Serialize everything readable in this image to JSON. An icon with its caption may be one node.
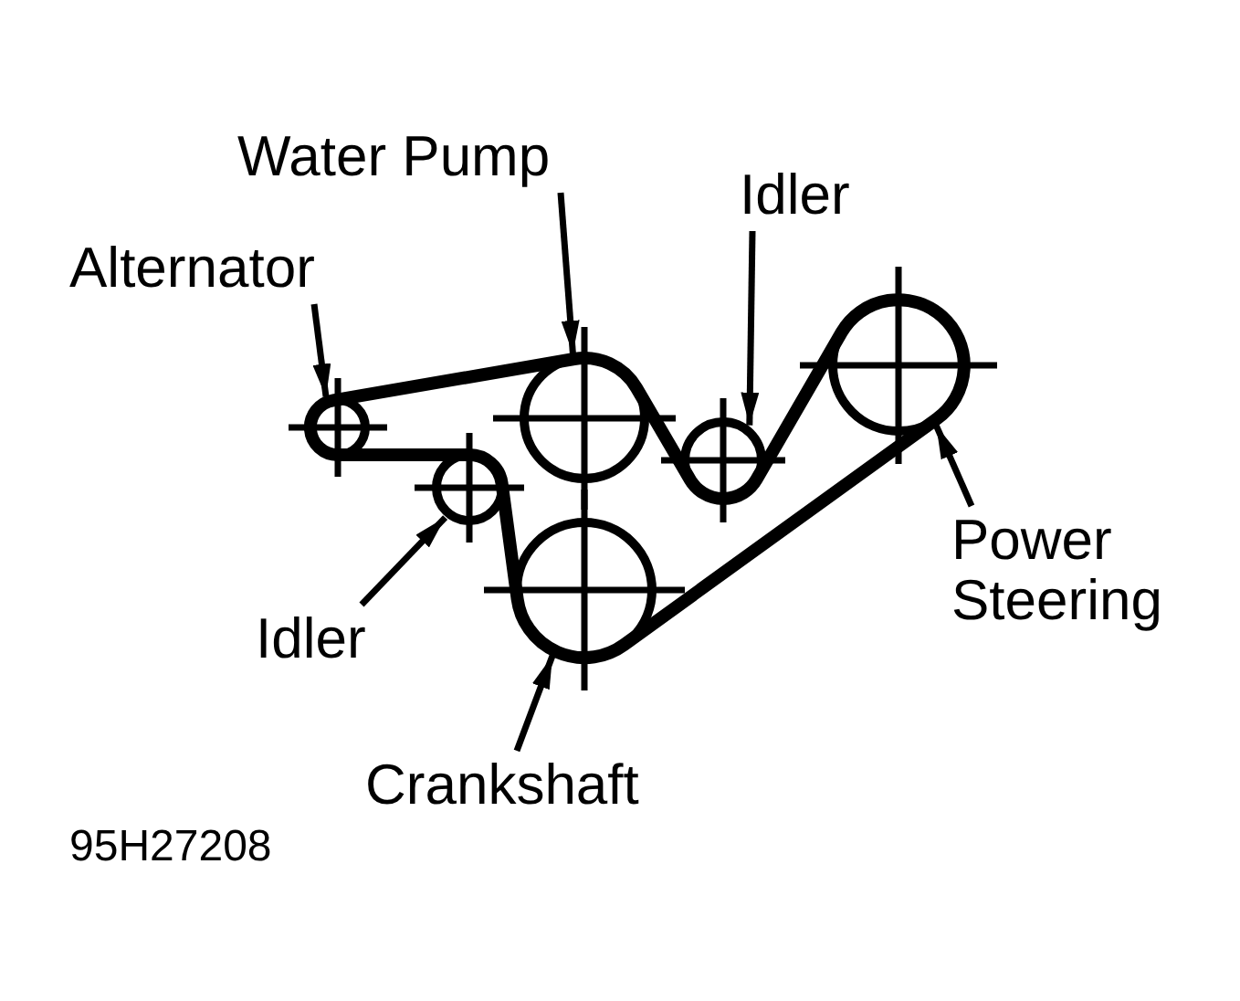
{
  "diagram": {
    "nodes": [
      {
        "text": [
          "Water Pump"
        ]
      },
      {
        "text": [
          "Idler"
        ]
      },
      {
        "text": [
          "Alternator"
        ]
      },
      {
        "text": [
          "Power Steering"
        ]
      },
      {
        "text": [
          "Idler"
        ]
      },
      {
        "text": [
          "Crankshaft"
        ]
      },
      {
        "text": [],
        "shape": "circle"
      },
      {
        "text": [],
        "shape": "circle"
      },
      {
        "text": [],
        "shape": "circle"
      },
      {
        "text": [],
        "shape": "circle"
      },
      {
        "text": [],
        "shape": "circle"
      },
      {
        "text": [],
        "shape": "circle"
      }
    ],
    "edges": [
      {
        "from": 0,
        "to": 7,
        "arrow": "to"
      },
      {
        "from": 1,
        "to": 8,
        "arrow": "to"
      },
      {
        "from": 2,
        "to": 6,
        "arrow": "to"
      },
      {
        "from": 3,
        "to": 9,
        "arrow": "to"
      },
      {
        "from": 4,
        "to": 10,
        "arrow": "to"
      },
      {
        "from": 5,
        "to": 11,
        "arrow": "to"
      }
    ],
    "labels": [
      "95H27208"
    ]
  }
}
